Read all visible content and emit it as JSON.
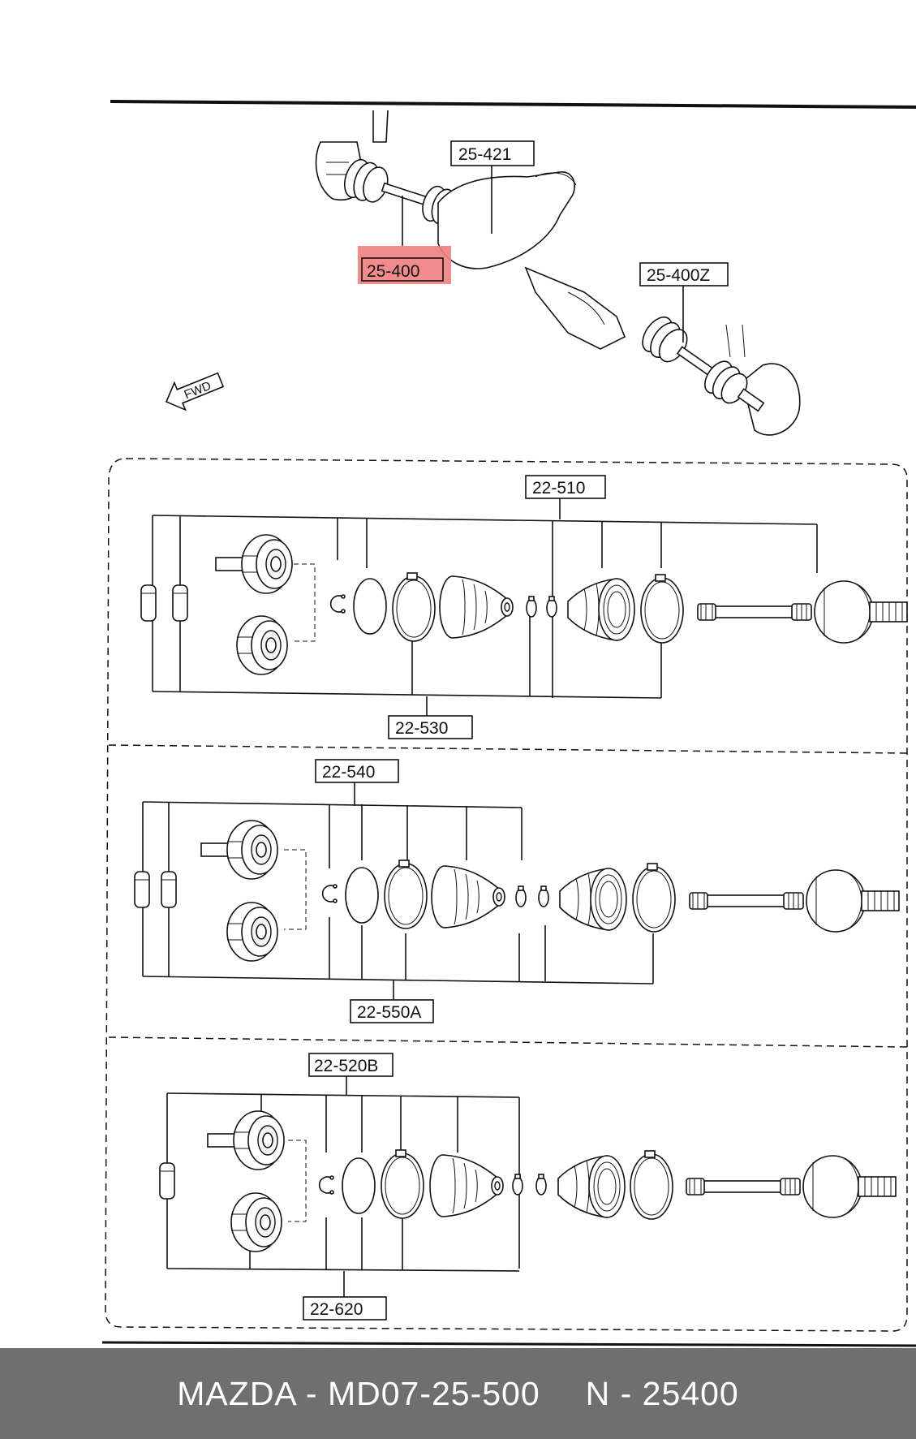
{
  "callouts": {
    "top": {
      "c25421": "25-421",
      "c25400": "25-400",
      "c25400z": "25-400Z",
      "fwd": "FWD"
    },
    "section1": {
      "upper": "22-510",
      "lower": "22-530"
    },
    "section2": {
      "upper": "22-540",
      "lower": "22-550A"
    },
    "section3": {
      "upper": "22-520B",
      "lower": "22-620"
    }
  },
  "highlight": {
    "color": "#f08080",
    "target": "25-400"
  },
  "footer": {
    "brand_part": "MAZDA - MD07-25-500",
    "number": "N - 25400"
  }
}
